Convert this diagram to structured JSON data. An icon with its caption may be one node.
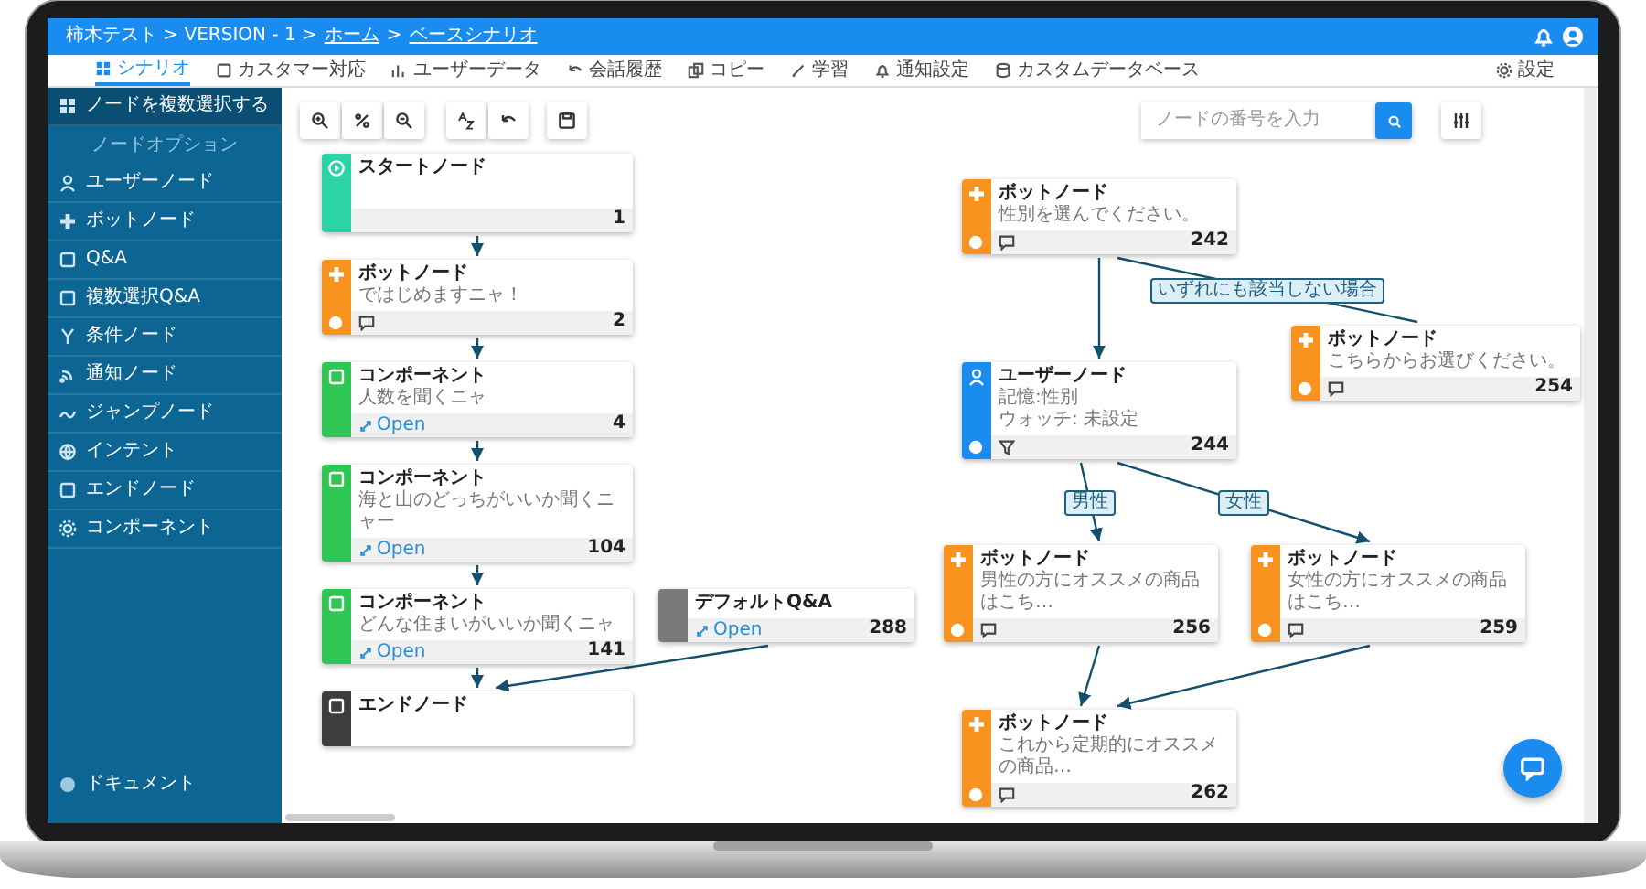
{
  "diagram": {
    "nodes": [
      {
        "text": [
          "スタートノード",
          "1"
        ]
      },
      {
        "text": [
          "ボットノード",
          "ではじめますニャ！",
          "2"
        ]
      },
      {
        "text": [
          "コンポーネント",
          "人数を聞くニャ",
          "Open",
          "4"
        ]
      },
      {
        "text": [
          "コンポーネント",
          "海と山のどっちがいいか聞くニャー",
          "Open",
          "104"
        ]
      },
      {
        "text": [
          "コンポーネント",
          "どんな住まいがいいか聞くニャ",
          "Open",
          "141"
        ]
      },
      {
        "text": [
          "デフォルトQ&A",
          "Open",
          "288"
        ]
      },
      {
        "text": [
          "エンドノード"
        ]
      },
      {
        "text": [
          "ボットノード",
          "性別を選んでください。",
          "242"
        ]
      },
      {
        "text": [
          "ボットノード",
          "こちらからお選びください。",
          "254"
        ]
      },
      {
        "text": [
          "ユーザーノード",
          "記憶:性別",
          "ウォッチ: 未設定",
          "244"
        ]
      },
      {
        "text": [
          "ボットノード",
          "男性の方にオススメの商品はこち…",
          "256"
        ]
      },
      {
        "text": [
          "ボットノード",
          "女性の方にオススメの商品はこち…",
          "259"
        ]
      },
      {
        "text": [
          "ボットノード",
          "これから定期的にオススメの商品…",
          "262"
        ]
      }
    ],
    "edges": [
      {
        "from": 0,
        "to": 1,
        "arrow": "to"
      },
      {
        "from": 1,
        "to": 2,
        "arrow": "to"
      },
      {
        "from": 2,
        "to": 3,
        "arrow": "to"
      },
      {
        "from": 3,
        "to": 4,
        "arrow": "to"
      },
      {
        "from": 4,
        "to": 6,
        "arrow": "to"
      },
      {
        "from": 5,
        "to": 6,
        "arrow": "to"
      },
      {
        "from": 7,
        "to": 9,
        "arrow": "to"
      },
      {
        "from": 7,
        "to": 8,
        "arrow": "none",
        "label": "いずれにも該当しない場合"
      },
      {
        "from": 9,
        "to": 10,
        "arrow": "to",
        "label": "男性"
      },
      {
        "from": 9,
        "to": 11,
        "arrow": "to",
        "label": "女性"
      },
      {
        "from": 10,
        "to": 12,
        "arrow": "to"
      },
      {
        "from": 11,
        "to": 12,
        "arrow": "to"
      }
    ],
    "labels": [
      "柿木テスト > VERSION - 1 >",
      "ホーム",
      ">",
      "ベースシナリオ",
      "シナリオ",
      "カスタマー対応",
      "ユーザーデータ",
      "会話履歴",
      "コピー",
      "学習",
      "通知設定",
      "カスタムデータベース",
      "設定",
      "ノードを複数選択する",
      "ノードオプション",
      "ユーザーノード",
      "ボットノード",
      "Q&A",
      "複数選択Q&A",
      "条件ノード",
      "通知ノード",
      "ジャンプノード",
      "インテント",
      "エンドノード",
      "コンポーネント",
      "ドキュメント",
      "ノードの番号を入力"
    ]
  }
}
